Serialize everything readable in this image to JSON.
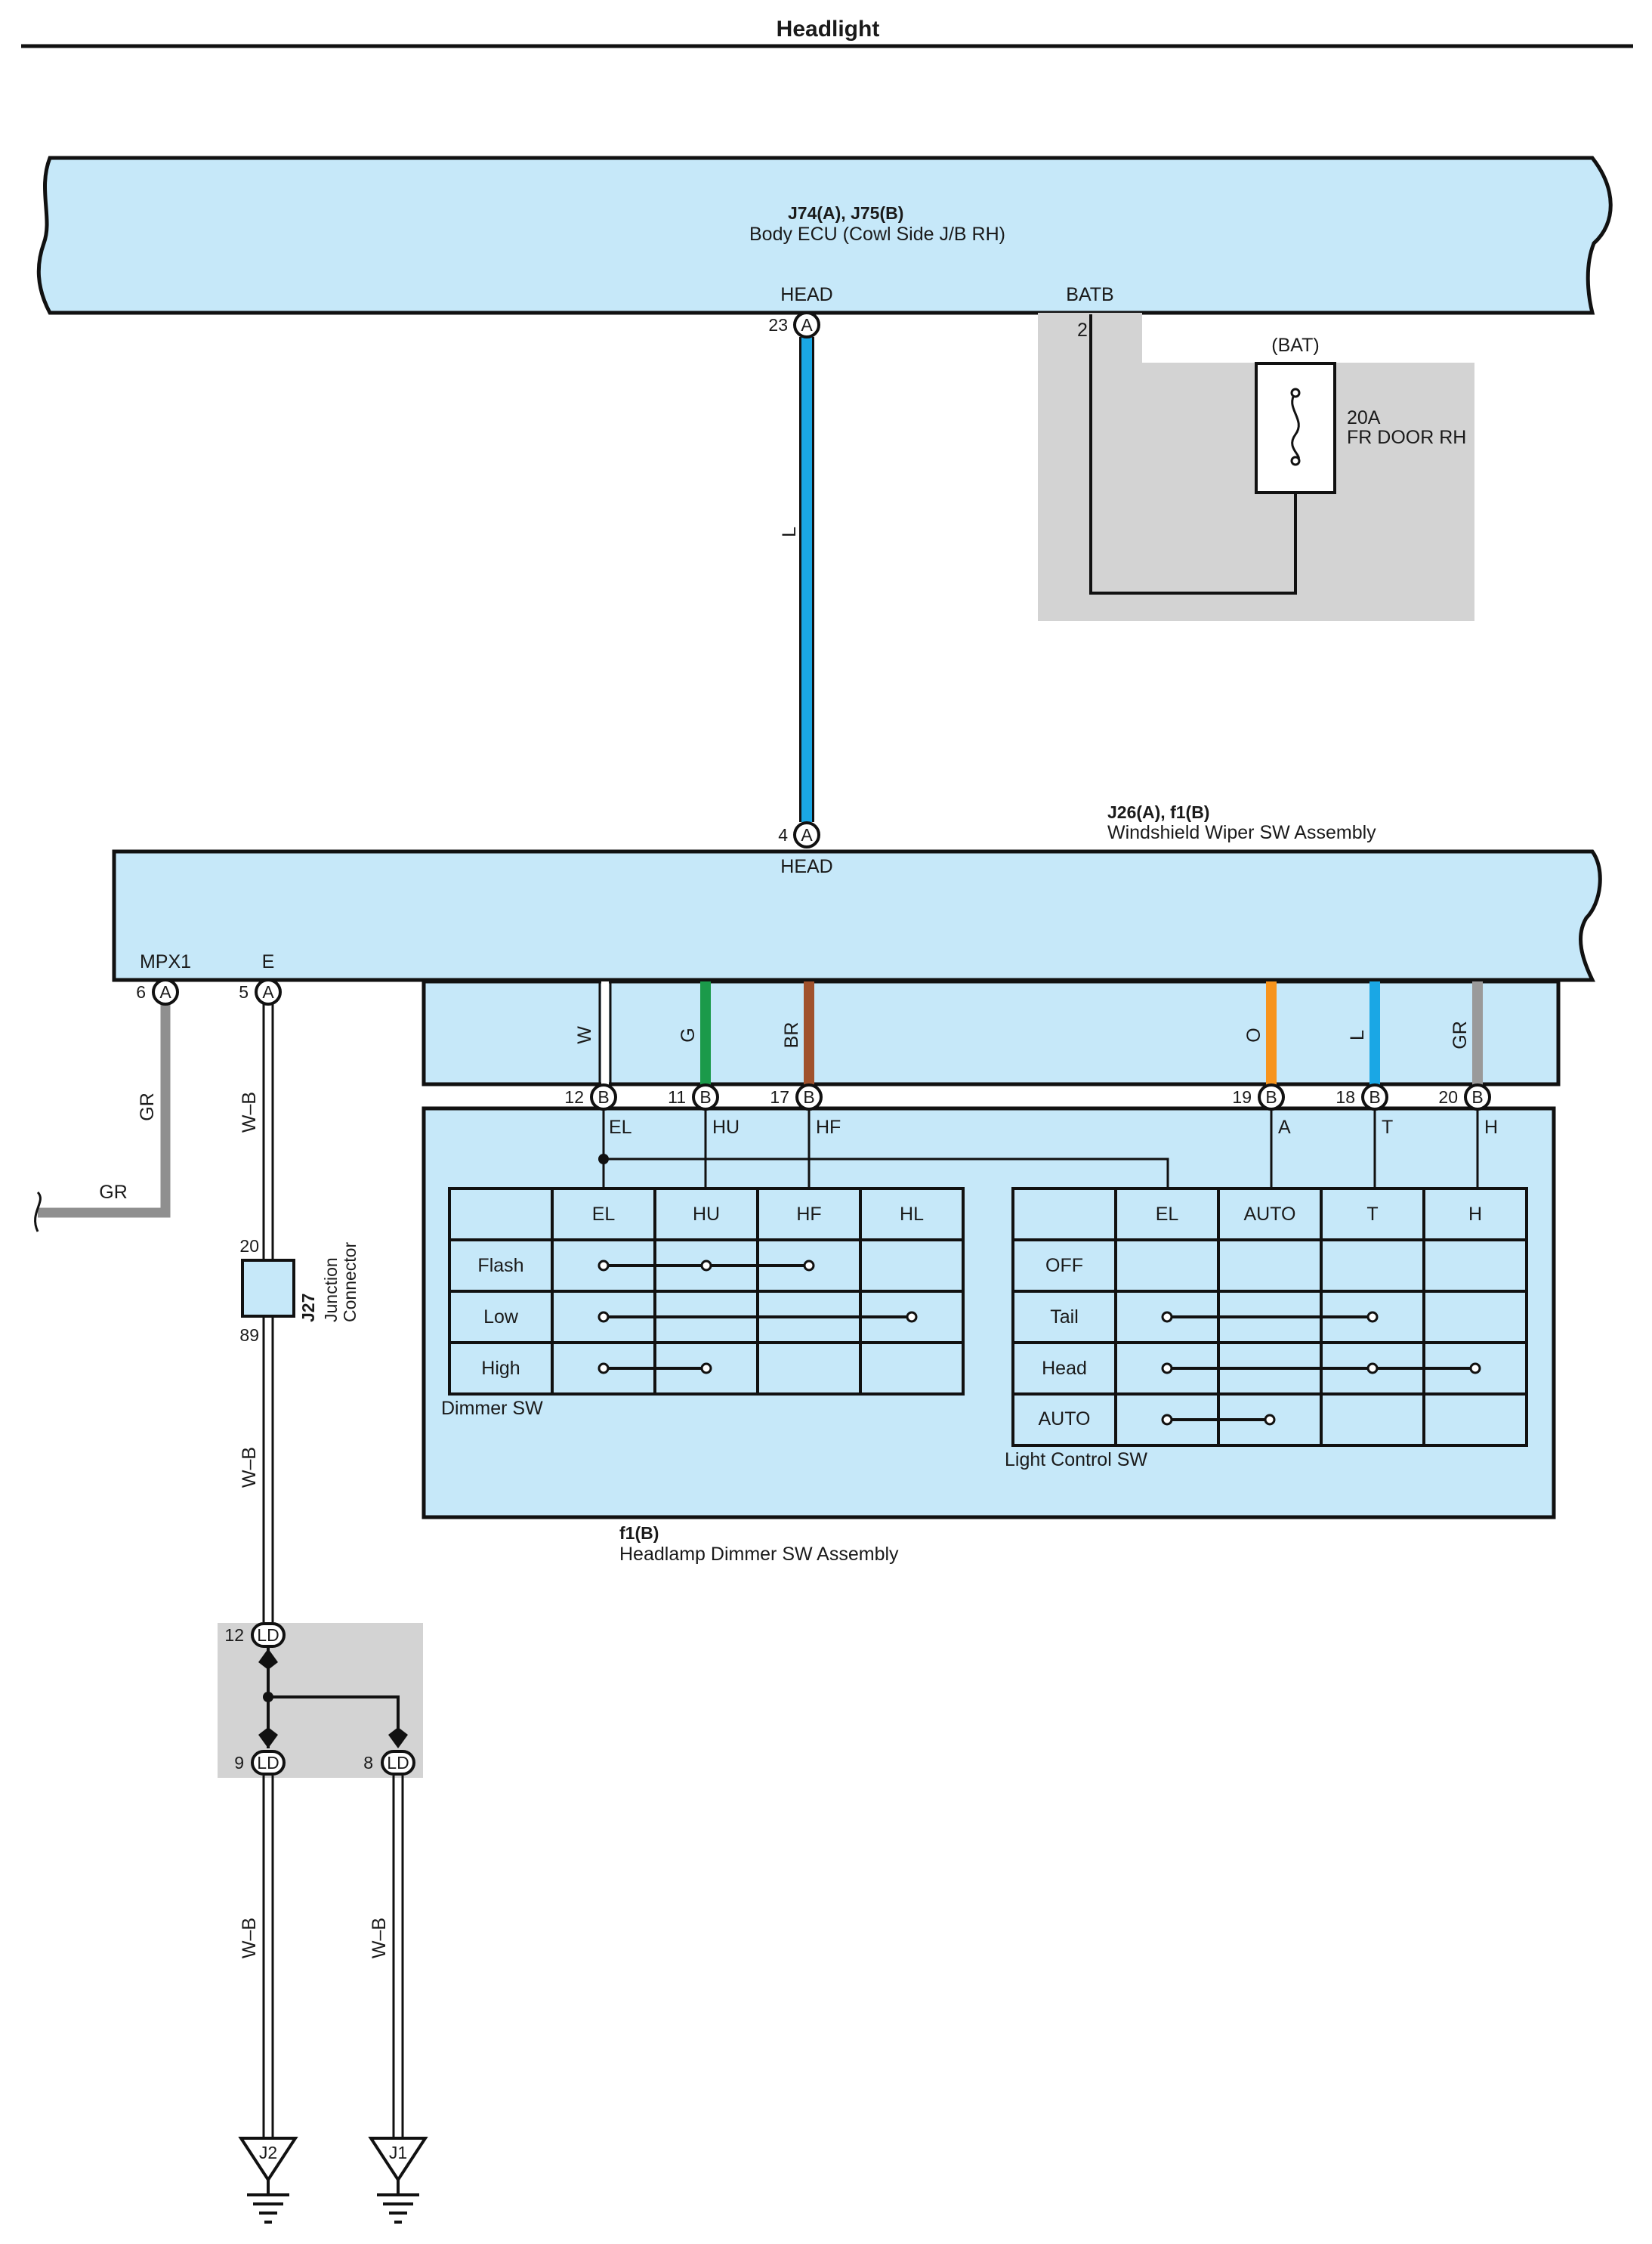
{
  "title": "Headlight",
  "colors": {
    "ecu_fill": "#c6e8f9",
    "shade": "#d3d3d3",
    "wire_L": "#1aa7e5",
    "wire_G": "#1b9a4a",
    "wire_BR": "#a0522d",
    "wire_O": "#f7941d",
    "wire_GR": "#9a9a9a"
  },
  "body_ecu": {
    "ids": "J74(A), J75(B)",
    "name": "Body ECU (Cowl Side J/B RH)",
    "pin_head_label": "HEAD",
    "pin_head_num": "23",
    "pin_head_conn": "A",
    "pin_batb_label": "BATB",
    "pin_batb_num": "2"
  },
  "fuse": {
    "source": "(BAT)",
    "rating": "20A",
    "name": "FR DOOR RH"
  },
  "wire_labels": {
    "head": "L",
    "mpx_v": "GR",
    "mpx_h": "GR",
    "e1": "W–B",
    "e2": "W–B",
    "j2": "W–B",
    "j1": "W–B"
  },
  "wiper_sw": {
    "ids": "J26(A), f1(B)",
    "name": "Windshield Wiper SW Assembly",
    "head_label": "HEAD",
    "head_num": "4",
    "head_conn": "A",
    "mpx_label": "MPX1",
    "mpx_num": "6",
    "mpx_conn": "A",
    "e_label": "E",
    "e_num": "5",
    "e_conn": "A"
  },
  "f1_pins": [
    {
      "wire": "W",
      "num": "12",
      "conn": "B",
      "term": "EL"
    },
    {
      "wire": "G",
      "num": "11",
      "conn": "B",
      "term": "HU"
    },
    {
      "wire": "BR",
      "num": "17",
      "conn": "B",
      "term": "HF"
    },
    {
      "wire": "O",
      "num": "19",
      "conn": "B",
      "term": "A"
    },
    {
      "wire": "L",
      "num": "18",
      "conn": "B",
      "term": "T"
    },
    {
      "wire": "GR",
      "num": "20",
      "conn": "B",
      "term": "H"
    }
  ],
  "dimmer_table": {
    "caption": "Dimmer SW",
    "columns": [
      "EL",
      "HU",
      "HF",
      "HL"
    ],
    "rows": [
      "Flash",
      "Low",
      "High"
    ],
    "connections": [
      [
        0,
        1,
        2
      ],
      [
        0,
        3
      ],
      [
        0,
        1
      ]
    ]
  },
  "light_table": {
    "caption": "Light Control SW",
    "columns": [
      "EL",
      "AUTO",
      "T",
      "H"
    ],
    "rows": [
      "OFF",
      "Tail",
      "Head",
      "AUTO"
    ],
    "connections": [
      [],
      [
        0,
        2
      ],
      [
        0,
        2,
        3
      ],
      [
        0,
        1
      ]
    ]
  },
  "dimmer_assembly": {
    "ids": "f1(B)",
    "name": "Headlamp Dimmer SW Assembly"
  },
  "junction": {
    "id": "J27",
    "name_1": "Junction",
    "name_2": "Connector",
    "pin_top": "20",
    "pin_bottom": "89"
  },
  "splice": {
    "conn": "LD",
    "in_num": "12",
    "out1_num": "9",
    "out2_num": "8"
  },
  "grounds": [
    {
      "id": "J2"
    },
    {
      "id": "J1"
    }
  ]
}
